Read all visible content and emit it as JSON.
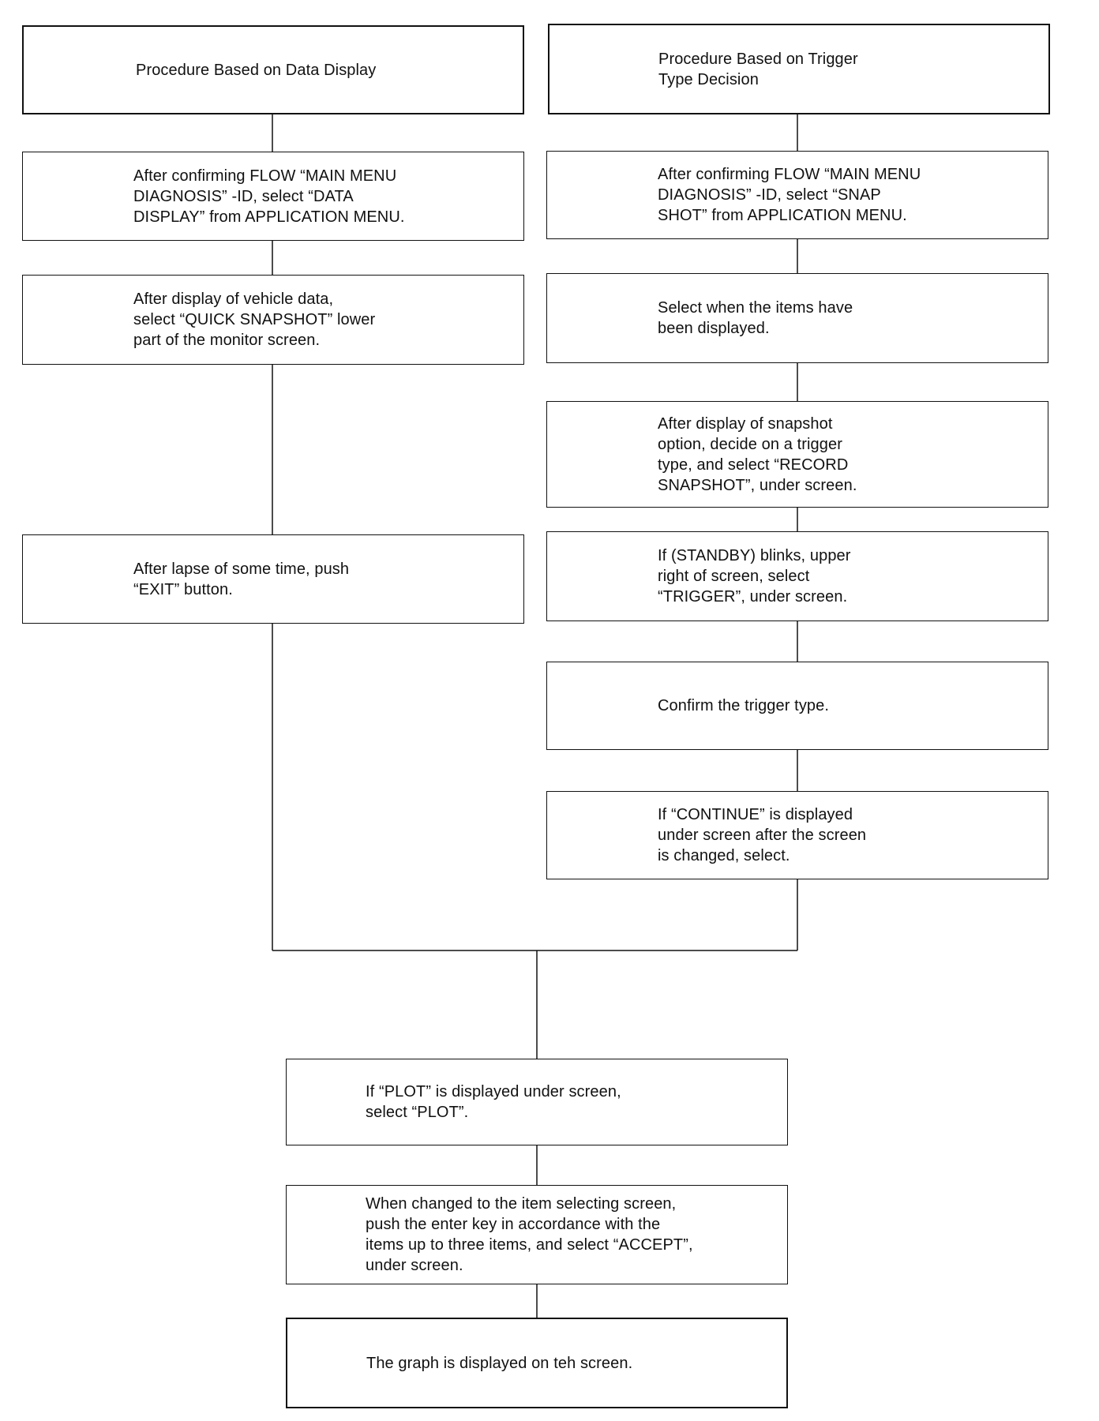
{
  "flowchart": {
    "left_column": {
      "title": "Procedure Based on Data Display",
      "steps": [
        "After confirming FLOW “MAIN MENU\nDIAGNOSIS” -ID, select “DATA\nDISPLAY” from APPLICATION MENU.",
        "After display of vehicle data,\nselect “QUICK SNAPSHOT” lower\npart of the monitor screen.",
        "After lapse of some time, push\n“EXIT” button."
      ]
    },
    "right_column": {
      "title": "Procedure Based on Trigger\nType Decision",
      "steps": [
        "After confirming FLOW “MAIN MENU\nDIAGNOSIS” -ID, select “SNAP\nSHOT” from APPLICATION MENU.",
        "Select when the items have\nbeen displayed.",
        "After display of snapshot\noption, decide on a trigger\ntype, and select “RECORD\nSNAPSHOT”, under screen.",
        "If (STANDBY) blinks, upper\nright of screen, select\n“TRIGGER”, under screen.",
        "Confirm the trigger type.",
        "If “CONTINUE” is displayed\nunder screen after the screen\nis changed, select."
      ]
    },
    "merged_steps": [
      "If “PLOT” is displayed under screen,\nselect “PLOT”.",
      "When changed to the item selecting screen,\npush the enter key in accordance with the\nitems up to three items, and select “ACCEPT”,\nunder screen.",
      "The graph is displayed on teh screen."
    ]
  }
}
